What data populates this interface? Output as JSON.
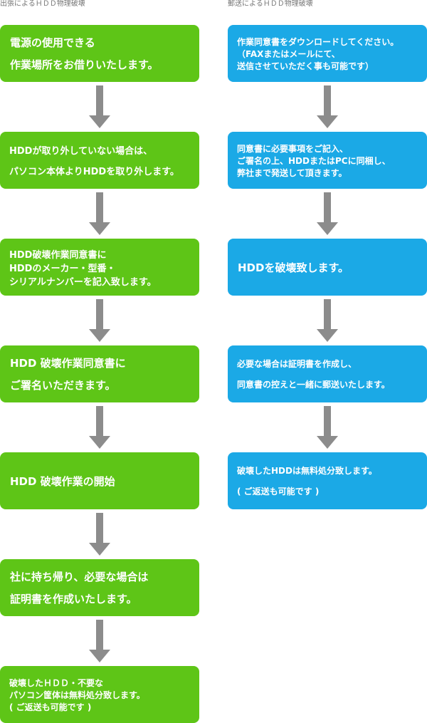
{
  "left": {
    "title": "出張によるＨＤＤ物理破壊",
    "steps": [
      {
        "lines": [
          "電源の使用できる",
          "作業場所をお借りいたします。"
        ]
      },
      {
        "lines": [
          "HDDが取り外していない場合は、",
          "パソコン本体よりHDDを取り外します。"
        ]
      },
      {
        "lines": [
          "HDD破壊作業同意書に",
          "HDDのメーカー・型番・",
          "シリアルナンバーを記入致します。"
        ]
      },
      {
        "lines": [
          "HDD 破壊作業同意書に",
          "ご署名いただきます。"
        ]
      },
      {
        "lines": [
          "HDD 破壊作業の開始"
        ]
      },
      {
        "lines": [
          "社に持ち帰り、必要な場合は",
          "証明書を作成いたします。"
        ]
      },
      {
        "lines": [
          "破壊したＨＤＤ・不要な",
          "パソコン筐体は無料処分致します。",
          "( ご返送も可能です )"
        ]
      }
    ]
  },
  "right": {
    "title": "郵送によるＨＤＤ物理破壊",
    "steps": [
      {
        "lines": [
          "作業同意書をダウンロードしてください。",
          "（FAXまたはメールにて、",
          "送信させていただく事も可能です）"
        ]
      },
      {
        "lines": [
          "同意書に必要事項をご記入、",
          "ご署名の上、HDDまたはPCに同梱し、",
          "弊社まで発送して頂きます。"
        ]
      },
      {
        "lines": [
          "HDDを破壊致します。"
        ]
      },
      {
        "lines": [
          "必要な場合は証明書を作成し、",
          "同意書の控えと一緒に郵送いたします。"
        ]
      },
      {
        "lines": [
          "破壊したHDDは無料処分致します。",
          "( ご返送も可能です )"
        ]
      }
    ]
  },
  "colors": {
    "green": "#5ec517",
    "blue": "#1ba9e6",
    "arrow": "#8c8c8c",
    "title": "#777777"
  }
}
